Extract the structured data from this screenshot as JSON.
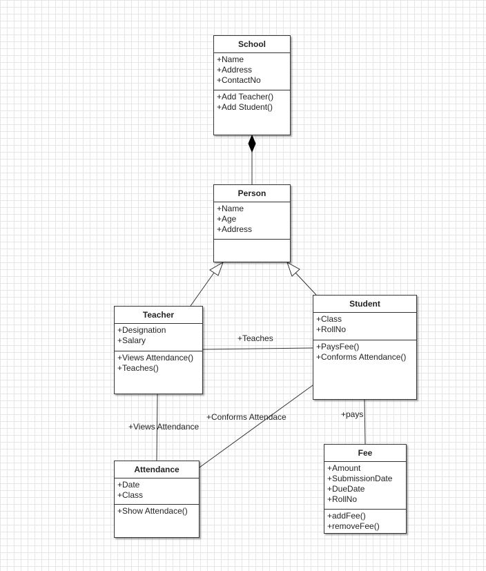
{
  "classes": {
    "school": {
      "title": "School",
      "attributes": [
        "+Name",
        "+Address",
        "+ContactNo"
      ],
      "methods": [
        "+Add Teacher()",
        "+Add Student()"
      ]
    },
    "person": {
      "title": "Person",
      "attributes": [
        "+Name",
        "+Age",
        "+Address"
      ],
      "methods": []
    },
    "teacher": {
      "title": "Teacher",
      "attributes": [
        "+Designation",
        "+Salary"
      ],
      "methods": [
        "+Views Attendance()",
        "+Teaches()"
      ]
    },
    "student": {
      "title": "Student",
      "attributes": [
        "+Class",
        "+RollNo"
      ],
      "methods": [
        "+PaysFee()",
        "+Conforms Attendance()"
      ]
    },
    "attendance": {
      "title": "Attendance",
      "attributes": [
        "+Date",
        "+Class"
      ],
      "methods": [
        "+Show Attendace()"
      ]
    },
    "fee": {
      "title": "Fee",
      "attributes": [
        "+Amount",
        "+SubmissionDate",
        "+DueDate",
        "+RollNo"
      ],
      "methods": [
        "+addFee()",
        "+removeFee()"
      ]
    }
  },
  "relations": {
    "school_person": {
      "type": "composition",
      "label": ""
    },
    "teacher_person": {
      "type": "generalization",
      "label": ""
    },
    "student_person": {
      "type": "generalization",
      "label": ""
    },
    "teaches": {
      "type": "association",
      "label": "+Teaches"
    },
    "views_attendance": {
      "type": "association",
      "label": "+Views Attendance"
    },
    "conforms_attendance": {
      "type": "association",
      "label": "+Conforms Attendace"
    },
    "pays": {
      "type": "association",
      "label": "+pays"
    }
  },
  "colors": {
    "line": "#333333",
    "grid": "#e6e6e6",
    "box_fill": "#ffffff"
  }
}
